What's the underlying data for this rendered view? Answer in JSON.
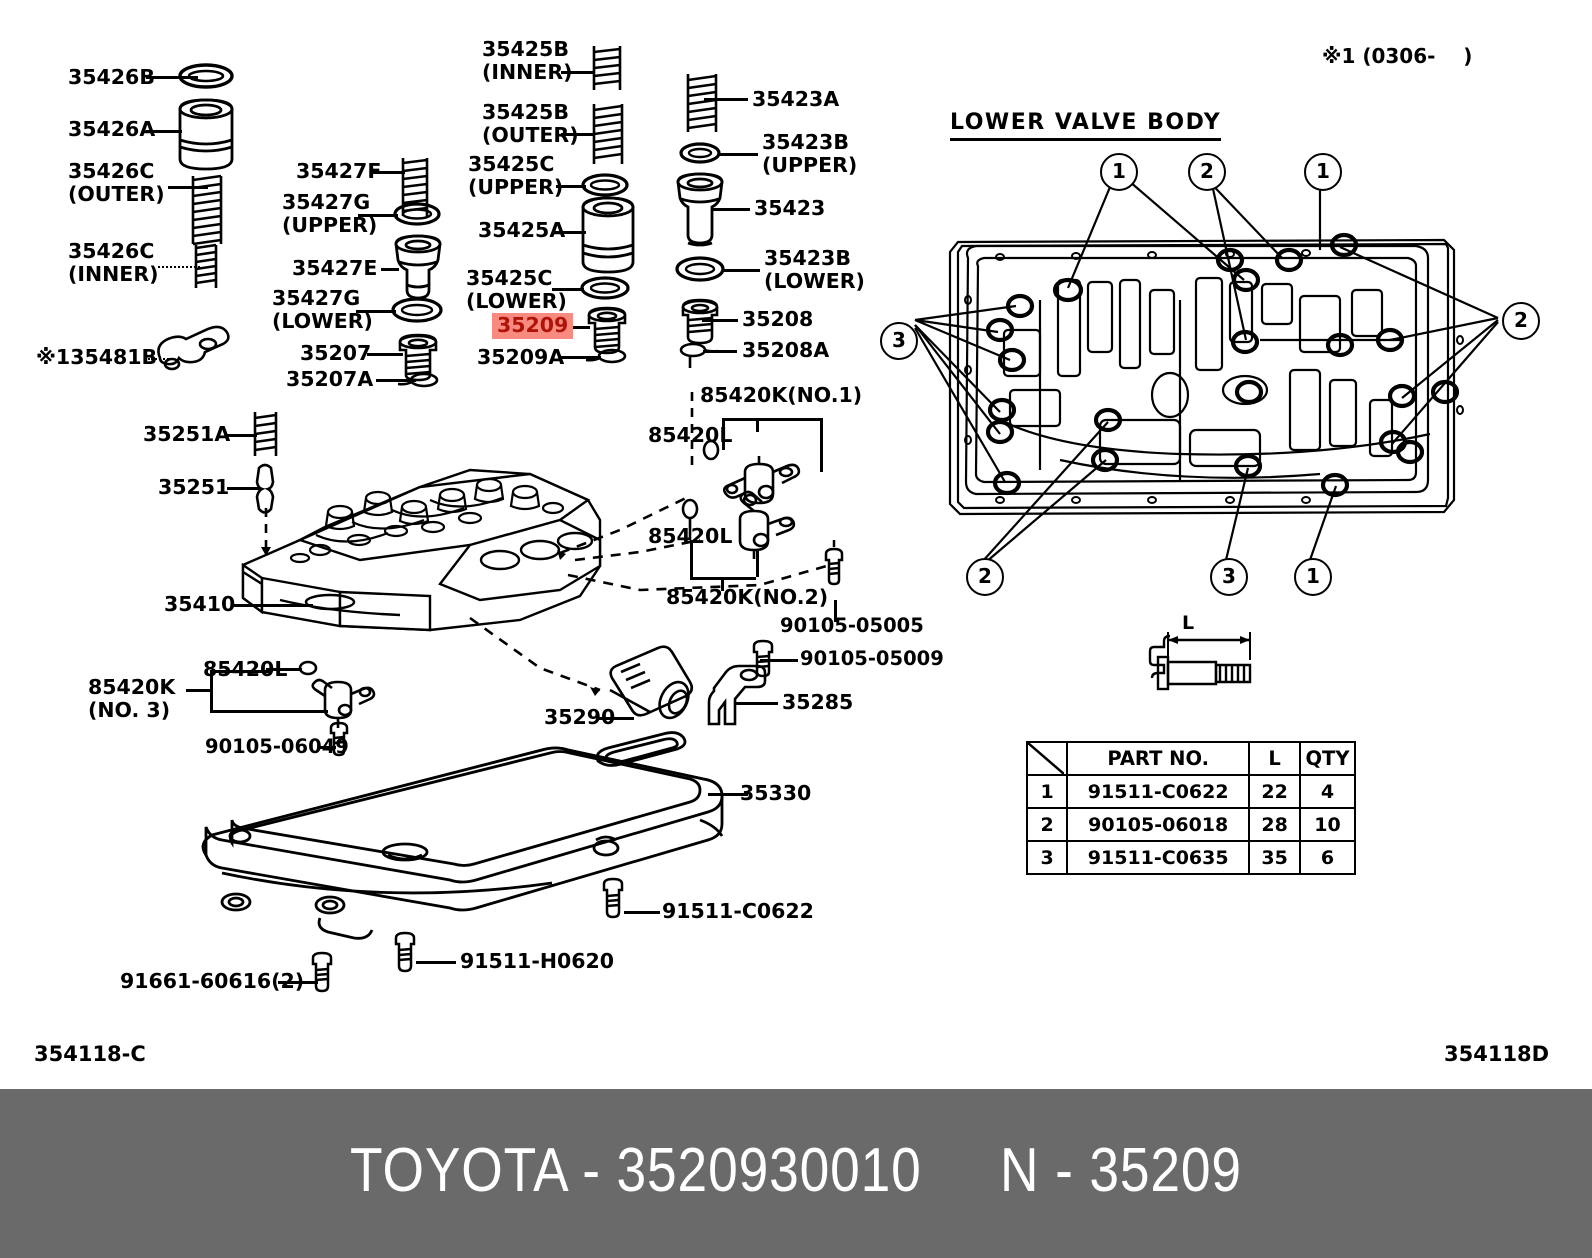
{
  "diagram": {
    "title": "Toyota transmission valve body parts diagram",
    "sheet_left": "354118-C",
    "sheet_right": "354118D",
    "valve_body_heading": "LOWER  VALVE  BODY",
    "note_top_right": "※1 (0306-    )",
    "dim_label": "L",
    "callout_numbers": [
      "1",
      "2",
      "3"
    ]
  },
  "footer": {
    "text": "TOYOTA - 3520930010     N - 35209",
    "bar_color": "#6a6a6a",
    "text_color": "#ffffff"
  },
  "highlight": {
    "part": "35209",
    "background": "#f98a80",
    "color": "#b01408"
  },
  "labels": {
    "col1": [
      {
        "id": "l-35426b",
        "text": "35426B"
      },
      {
        "id": "l-35426a",
        "text": "35426A"
      },
      {
        "id": "l-35426c-outer",
        "text": "35426C\n(OUTER)"
      },
      {
        "id": "l-35426c-inner",
        "text": "35426C\n(INNER)"
      },
      {
        "id": "l-135481b",
        "text": "※135481B"
      }
    ],
    "col2": [
      {
        "id": "l-35427f",
        "text": "35427F"
      },
      {
        "id": "l-35427g-upper",
        "text": "35427G\n(UPPER)"
      },
      {
        "id": "l-35427e",
        "text": "35427E"
      },
      {
        "id": "l-35427g-lower",
        "text": "35427G\n(LOWER)"
      },
      {
        "id": "l-35207",
        "text": "35207"
      },
      {
        "id": "l-35207a",
        "text": "35207A"
      }
    ],
    "col3": [
      {
        "id": "l-35425b-inner",
        "text": "35425B\n(INNER)"
      },
      {
        "id": "l-35425b-outer",
        "text": "35425B\n(OUTER)"
      },
      {
        "id": "l-35425c-upper",
        "text": "35425C\n(UPPER)"
      },
      {
        "id": "l-35425a",
        "text": "35425A"
      },
      {
        "id": "l-35425c-lower",
        "text": "35425C\n(LOWER)"
      },
      {
        "id": "l-35209",
        "text": "35209"
      },
      {
        "id": "l-35209a",
        "text": "35209A"
      }
    ],
    "col4": [
      {
        "id": "l-35423a",
        "text": "35423A"
      },
      {
        "id": "l-35423b-upper",
        "text": "35423B\n(UPPER)"
      },
      {
        "id": "l-35423",
        "text": "35423"
      },
      {
        "id": "l-35423b-lower",
        "text": "35423B\n(LOWER)"
      },
      {
        "id": "l-35208",
        "text": "35208"
      },
      {
        "id": "l-35208a",
        "text": "35208A"
      }
    ],
    "middle": [
      {
        "id": "l-35251a",
        "text": "35251A"
      },
      {
        "id": "l-35251",
        "text": "35251"
      },
      {
        "id": "l-35410",
        "text": "35410"
      },
      {
        "id": "l-85420k-no1",
        "text": "85420K(NO.1)"
      },
      {
        "id": "l-85420l-1",
        "text": "85420L"
      },
      {
        "id": "l-85420l-2",
        "text": "85420L"
      },
      {
        "id": "l-85420k-no2",
        "text": "85420K(NO.2)"
      },
      {
        "id": "l-90105-05005",
        "text": "90105-05005"
      },
      {
        "id": "l-90105-05009",
        "text": "90105-05009"
      },
      {
        "id": "l-35285",
        "text": "35285"
      },
      {
        "id": "l-35290",
        "text": "35290"
      },
      {
        "id": "l-85420k-no3",
        "text": "85420K\n(NO. 3)"
      },
      {
        "id": "l-85420l-3",
        "text": "85420L"
      },
      {
        "id": "l-90105-06049",
        "text": "90105-06049"
      }
    ],
    "bottom": [
      {
        "id": "l-35330",
        "text": "35330"
      },
      {
        "id": "l-91511-c0622",
        "text": "91511-C0622"
      },
      {
        "id": "l-91511-h0620",
        "text": "91511-H0620"
      },
      {
        "id": "l-91661-60616",
        "text": "91661-60616(2)"
      }
    ]
  },
  "table": {
    "headers": [
      "",
      "PART NO.",
      "L",
      "QTY"
    ],
    "rows": [
      {
        "idx": "1",
        "part": "91511-C0622",
        "l": "22",
        "qty": "4"
      },
      {
        "idx": "2",
        "part": "90105-06018",
        "l": "28",
        "qty": "10"
      },
      {
        "idx": "3",
        "part": "91511-C0635",
        "l": "35",
        "qty": "6"
      }
    ]
  }
}
